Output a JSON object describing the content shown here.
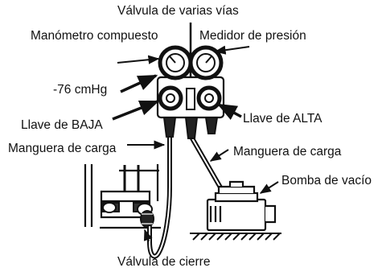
{
  "labels": {
    "multi_valve": "Válvula de varias vías",
    "compound_gauge": "Manómetro compuesto",
    "pressure_gauge": "Medidor de presión",
    "vacuum_reading": "-76 cmHg",
    "low_valve": "Llave de BAJA",
    "high_valve": "Llave de ALTA",
    "charge_hose_left": "Manguera de carga",
    "charge_hose_right": "Manguera de carga",
    "vacuum_pump": "Bomba de vacío",
    "shutoff_valve": "Válvula de cierre"
  },
  "colors": {
    "ink": "#111111",
    "paper": "#ffffff"
  }
}
